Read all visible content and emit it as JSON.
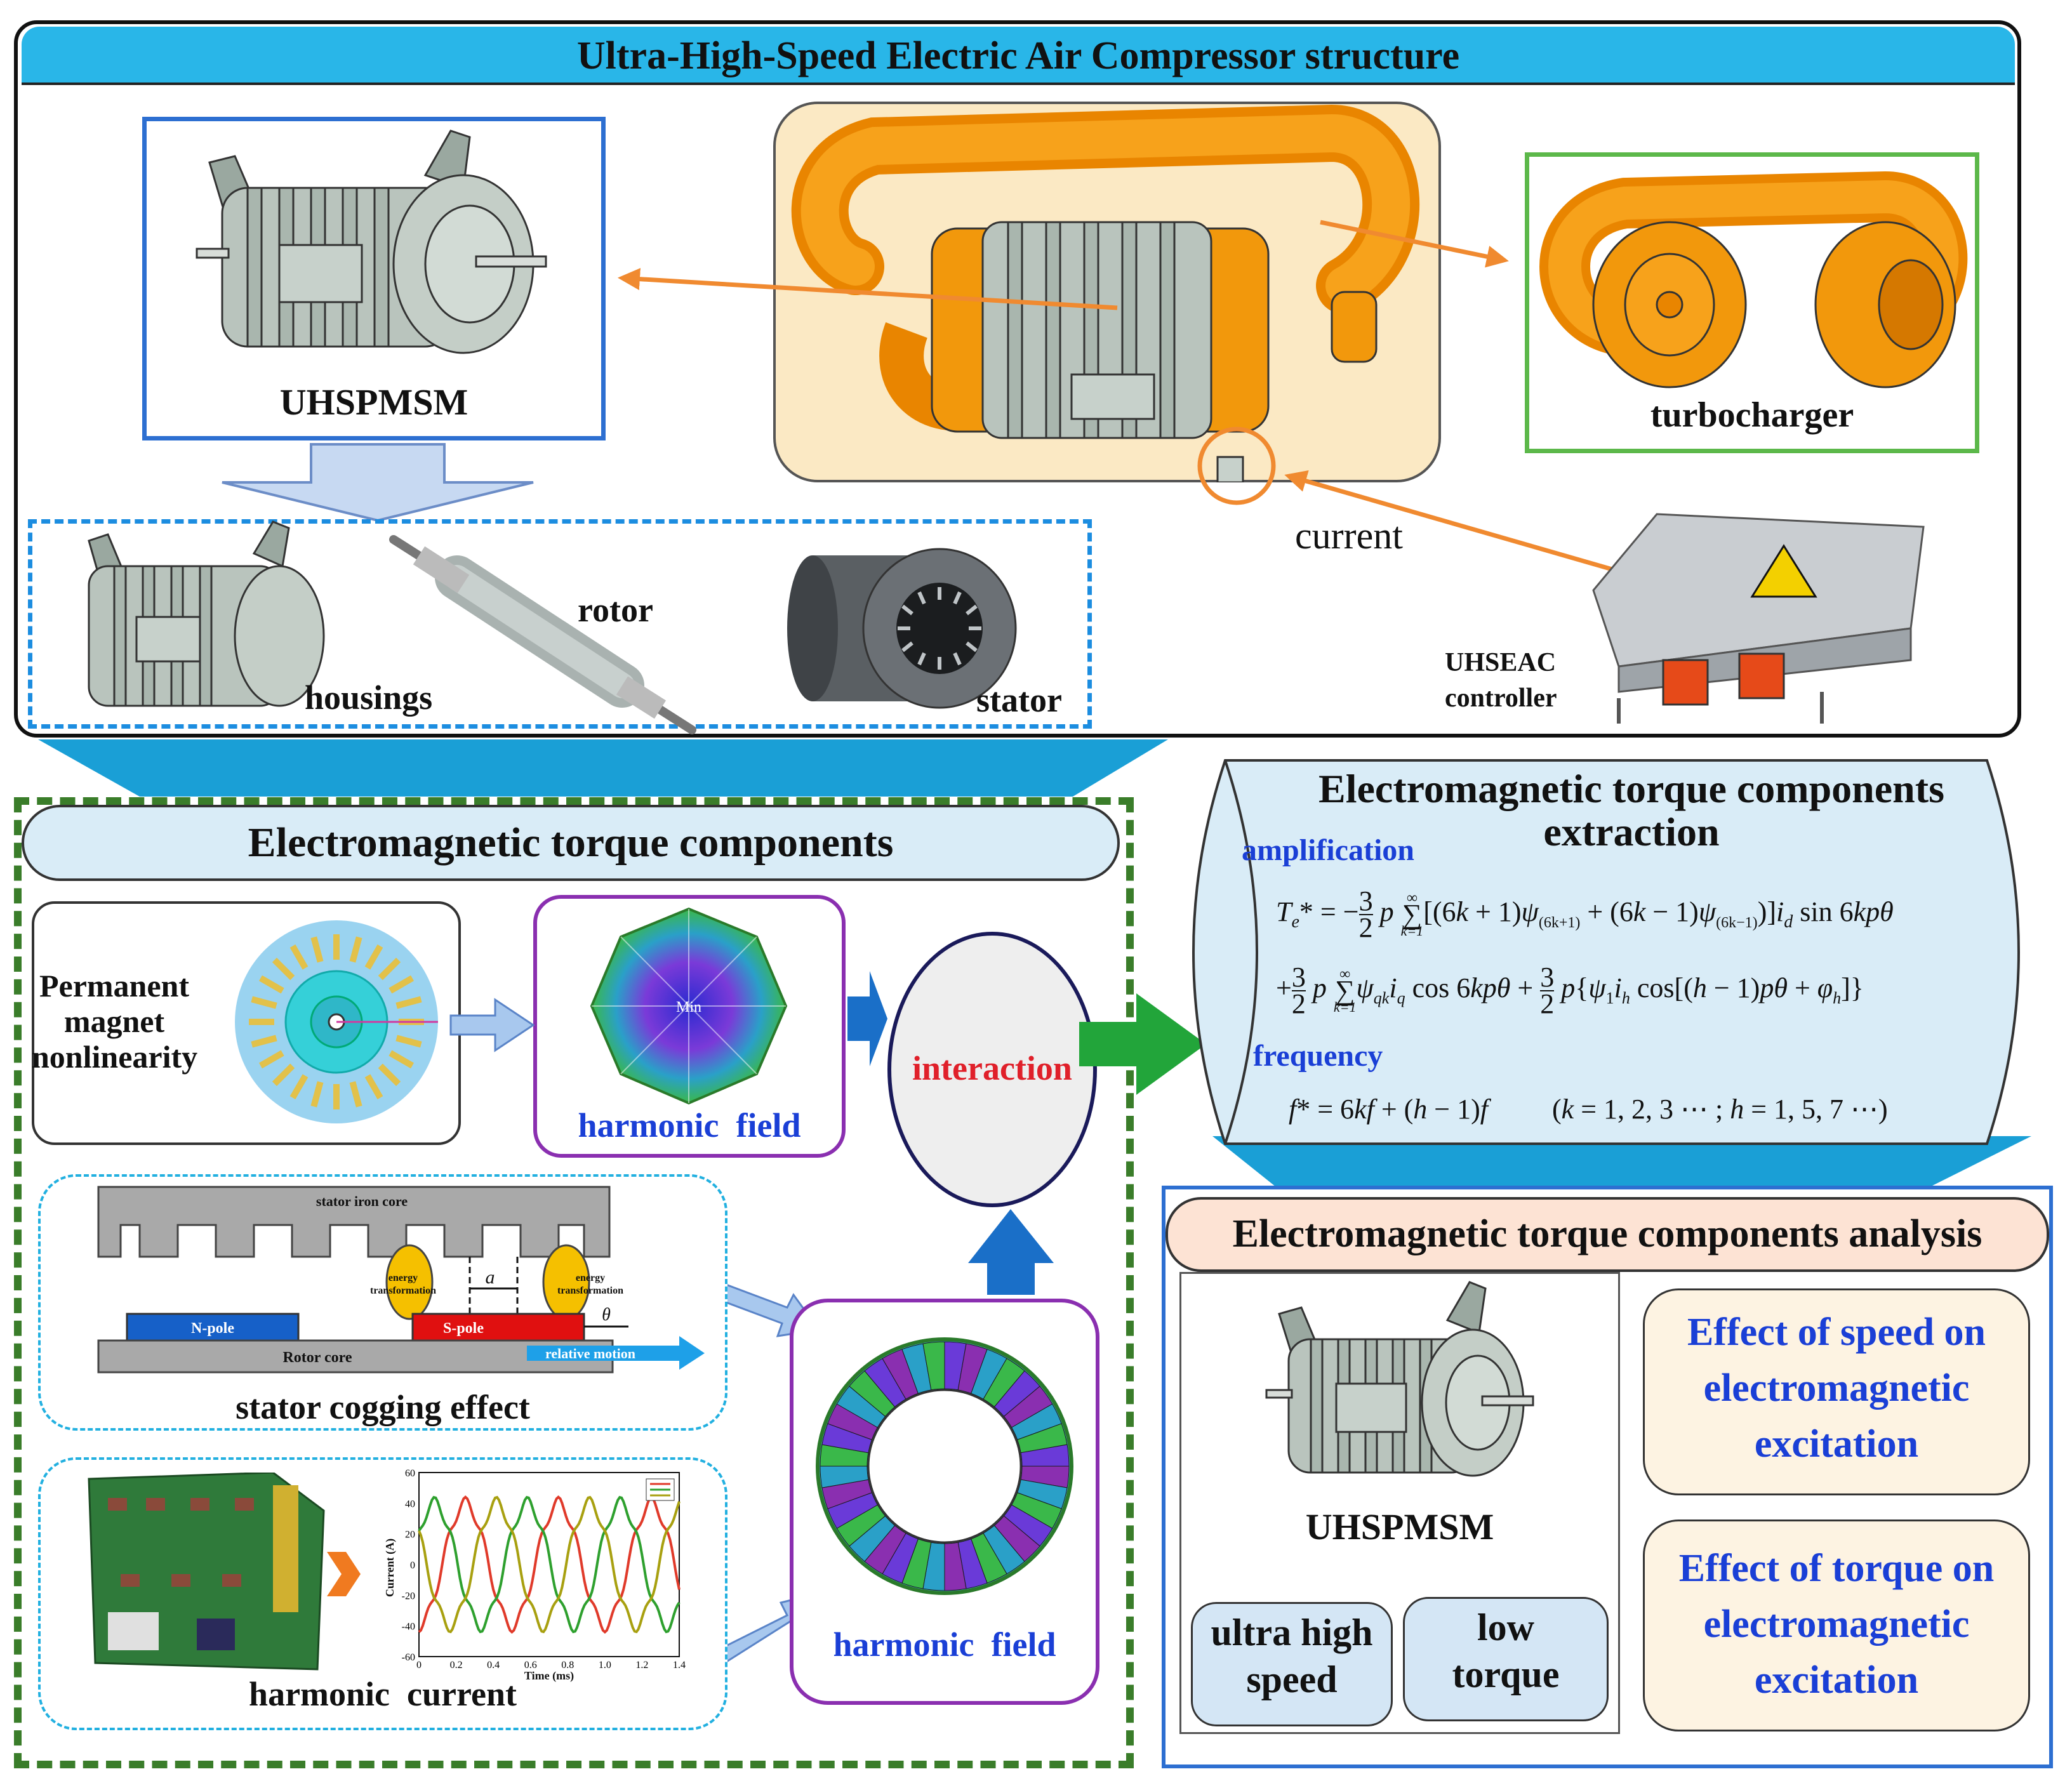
{
  "top": {
    "title": "Ultra-High-Speed Electric Air Compressor structure",
    "uhspmsm_label": "UHSPMSM",
    "turbocharger_label": "turbocharger",
    "current_label": "current",
    "controller_label_1": "UHSEAC",
    "controller_label_2": "controller",
    "rotor_label": "rotor",
    "housings_label": "housings",
    "stator_label": "stator"
  },
  "components": {
    "title": "Electromagnetic torque components",
    "pm_label_1": "Permanent",
    "pm_label_2": "magnet",
    "pm_label_3": "nonlinearity",
    "harmonic_field_1": "harmonic  field",
    "harmonic_field_2": "harmonic  field",
    "min_label": "Min",
    "interaction": "interaction",
    "cogging": {
      "stator_core": "stator iron core",
      "energy_1": "energy",
      "transformation_1": "transformation",
      "energy_2": "energy",
      "transformation_2": "transformation",
      "a_symbol": "a",
      "theta_symbol": "θ",
      "n_pole": "N-pole",
      "s_pole": "S-pole",
      "rotor_core": "Rotor core",
      "relative_motion": "relative motion",
      "caption": "stator cogging effect"
    },
    "harmonic_current_caption": "harmonic  current"
  },
  "current_plot": {
    "ylabel": "Current (A)",
    "xlabel": "Time (ms)",
    "yticks": [
      "60",
      "40",
      "20",
      "0",
      "-20",
      "-40",
      "-60"
    ],
    "xticks": [
      "0",
      "0.2",
      "0.4",
      "0.6",
      "0.8",
      "1.0",
      "1.2",
      "1.4"
    ]
  },
  "extraction": {
    "title_1": "Electromagnetic torque components",
    "title_2": "extraction",
    "amplification": "amplification",
    "frequency": "frequency"
  },
  "analysis": {
    "title": "Electromagnetic torque components analysis",
    "motor_label": "UHSPMSM",
    "speed_badge_1": "ultra high",
    "speed_badge_2": "speed",
    "torque_badge_1": "low",
    "torque_badge_2": "torque",
    "effect_speed_1": "Effect of speed on",
    "effect_speed_2": "electromagnetic",
    "effect_speed_3": "excitation",
    "effect_torque_1": "Effect of torque on",
    "effect_torque_2": "electromagnetic",
    "effect_torque_3": "excitation"
  },
  "chart_data": {
    "type": "line",
    "xlabel": "Time (ms)",
    "ylabel": "Current (A)",
    "xlim": [
      0,
      1.4
    ],
    "ylim": [
      -60,
      60
    ],
    "series": [
      {
        "amplitude": 40,
        "phase_deg": -90,
        "color": "#e03a2a"
      },
      {
        "amplitude": 40,
        "phase_deg": 30,
        "color": "#2ea02e"
      },
      {
        "amplitude": 40,
        "phase_deg": 150,
        "color": "#a8a010"
      }
    ],
    "period_ms": 0.5
  },
  "colors": {
    "banner": "#29b6e8",
    "green_dash": "#3a7d2a",
    "panel_blue": "#d9ecf7",
    "purple": "#8a2fb0",
    "accent_red": "#e0202a",
    "orange": "#f08a30"
  }
}
